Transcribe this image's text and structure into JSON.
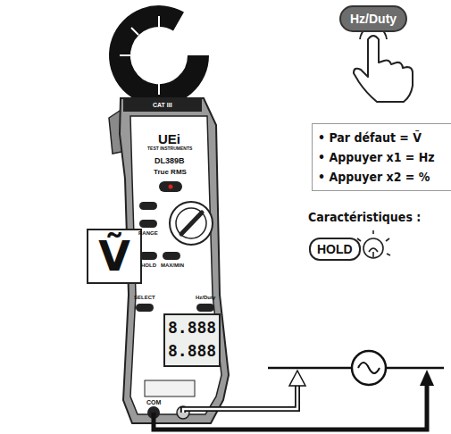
{
  "diagram": {
    "nodes": [
      {
        "text": [
          "Hz/Duty"
        ]
      },
      {
        "text": [
          "• Par défaut = Ṽ",
          "• Appuyer x1 = Hz",
          "• Appuyer x2 = %"
        ]
      },
      {
        "text": [
          "HOLD"
        ]
      },
      {
        "text": [
          "Ṽ"
        ]
      }
    ],
    "labels": [
      "Caractéristiques :",
      "UEi",
      "TEST INSTRUMENTS",
      "DL389B",
      "True RMS",
      "HOLD",
      "MAX/MIN",
      "RANGE",
      "SELECT",
      "COM",
      "8.888",
      "8.888",
      "Hz/Duty",
      "CAT III"
    ]
  }
}
